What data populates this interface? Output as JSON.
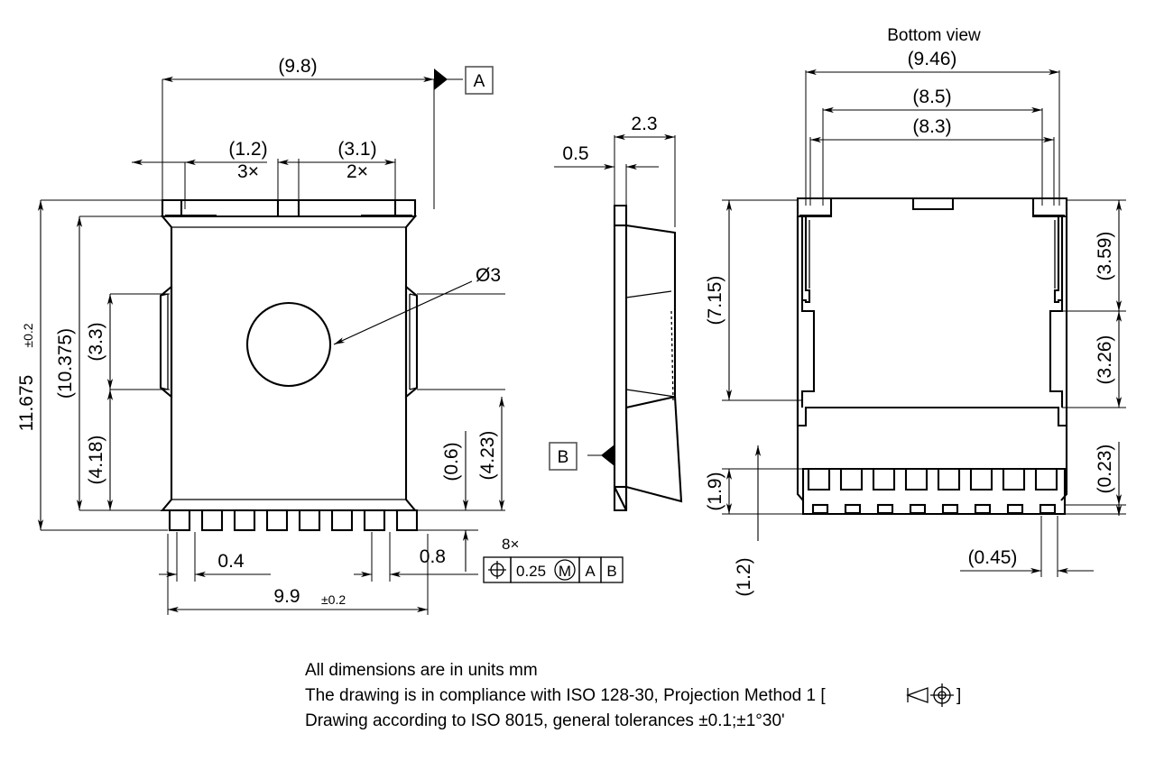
{
  "drawing": {
    "title": "Mechanical package outline drawing",
    "views": [
      {
        "id": "front-view",
        "label": ""
      },
      {
        "id": "side-view",
        "label": ""
      },
      {
        "id": "bottom-view",
        "label": "Bottom view"
      }
    ]
  },
  "front_view": {
    "dim_width_overall": "(9.8)",
    "dim_notch_1": "(1.2)",
    "dim_notch_1_count": "3×",
    "dim_notch_2": "(3.1)",
    "dim_notch_2_count": "2×",
    "dim_height_total": "11.675",
    "dim_height_total_tol": "±0.2",
    "dim_height_body": "(10.375)",
    "dim_tab_height": "(3.3)",
    "dim_tab_lower": "(4.18)",
    "dim_hole": "Ø3",
    "dim_right_0_6": "(0.6)",
    "dim_right_4_23": "(4.23)",
    "dim_pin_pitch": "0.4",
    "dim_pin_offset": "0.8",
    "dim_width_bottom": "9.9",
    "dim_width_bottom_tol": "±0.2",
    "datum_a": "A",
    "gdt": {
      "count": "8×",
      "symbol": "position-icon",
      "tolerance": "0.25",
      "modifier": "M",
      "datum_primary": "A",
      "datum_secondary": "B"
    },
    "pin_count": 8
  },
  "side_view": {
    "dim_thickness": "2.3",
    "dim_lead_thickness": "0.5",
    "datum_b": "B"
  },
  "bottom_view": {
    "title": "Bottom view",
    "dim_width_overall": "(9.46)",
    "dim_width_mid": "(8.5)",
    "dim_width_inner": "(8.3)",
    "dim_height_left": "(7.15)",
    "dim_upper_right": "(3.59)",
    "dim_lower_right": "(3.26)",
    "dim_pad_height": "(0.23)",
    "dim_gap_1_9": "(1.9)",
    "dim_gap_1_2": "(1.2)",
    "dim_pad_pitch": "(0.45)",
    "pin_count": 8
  },
  "notes": {
    "line1": "All dimensions are in units mm",
    "line2_pre": "The drawing is in compliance with ISO 128-30, Projection Method 1 [",
    "line2_post": "]",
    "line2_symbol": "projection-method-1-icon",
    "line3": "Drawing according to ISO 8015, general tolerances ±0.1;±1°30'"
  },
  "colors": {
    "line": "#000000",
    "background": "#ffffff",
    "frame_gray": "#555555"
  }
}
